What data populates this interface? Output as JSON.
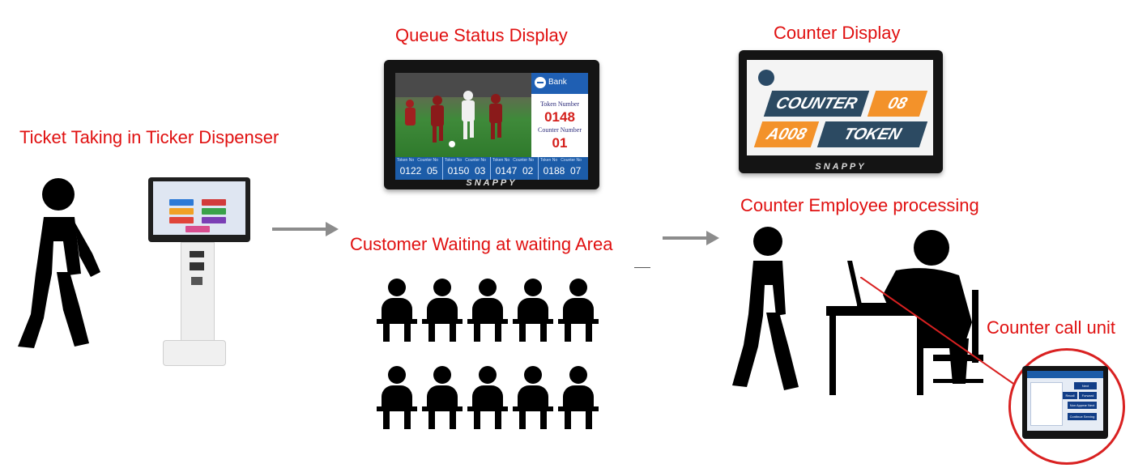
{
  "captions": {
    "ticket_taking": "Ticket Taking in Ticker Dispenser",
    "queue_status": "Queue Status Display",
    "counter_display": "Counter Display",
    "customer_waiting": "Customer Waiting at waiting Area",
    "counter_employee": "Counter Employee processing",
    "counter_call_unit": "Counter call unit"
  },
  "queue_display": {
    "bank_label": "Bank",
    "token_number_label": "Token Number",
    "token_number": "0148",
    "counter_number_label": "Counter Number",
    "counter_number": "01",
    "token_header": "Token No",
    "counter_header": "Counter No",
    "tokens": [
      {
        "token": "0122",
        "counter": "05"
      },
      {
        "token": "0150",
        "counter": "03"
      },
      {
        "token": "0147",
        "counter": "02"
      },
      {
        "token": "0188",
        "counter": "07"
      }
    ],
    "brand": "SNAPPY"
  },
  "counter_display": {
    "counter_label": "COUNTER",
    "counter_value": "08",
    "token_value": "A008",
    "token_label": "TOKEN",
    "brand": "SNAPPY"
  },
  "call_unit": {
    "buttons": [
      "Next",
      "Recall",
      "Forward",
      "Non Appear Next",
      "Continue Serving"
    ]
  },
  "colors": {
    "caption_red": "#e01010",
    "arrow_grey": "#8c8c8c",
    "screen_blue": "#1c5ca8",
    "counter_dark": "#2c4a62",
    "counter_orange": "#f3922a"
  }
}
